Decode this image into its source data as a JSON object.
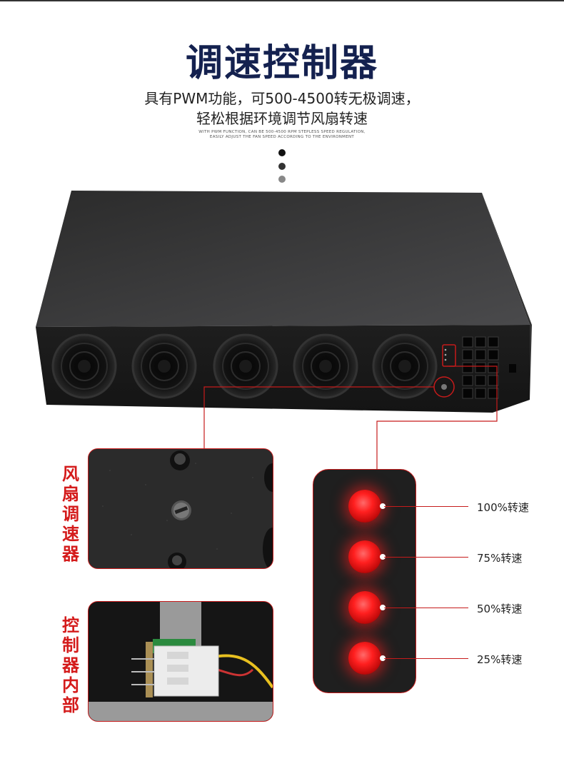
{
  "title": "调速控制器",
  "subtitle_line1": "具有PWM功能，可500-4500转无极调速，",
  "subtitle_line2": "轻松根据环境调节风扇转速",
  "english_line1": "WITH PWM FUNCTION, CAN BE 500-4500 RPM STEPLESS SPEED REGULATION,",
  "english_line2": "EASILY ADJUST THE FAN SPEED ACCORDING TO THE ENVIRONMENT",
  "label_fan_controller": [
    "风",
    "扇",
    "调",
    "速",
    "器"
  ],
  "label_controller_inside": [
    "控",
    "制",
    "器",
    "内",
    "部"
  ],
  "speeds": [
    {
      "label": "100%转速",
      "value": 100
    },
    {
      "label": "75%转速",
      "value": 75
    },
    {
      "label": "50%转速",
      "value": 50
    },
    {
      "label": "25%转速",
      "value": 25
    }
  ],
  "colors": {
    "title": "#14214f",
    "accent_red": "#d41b1b",
    "led_red": "#ff1f1f"
  }
}
